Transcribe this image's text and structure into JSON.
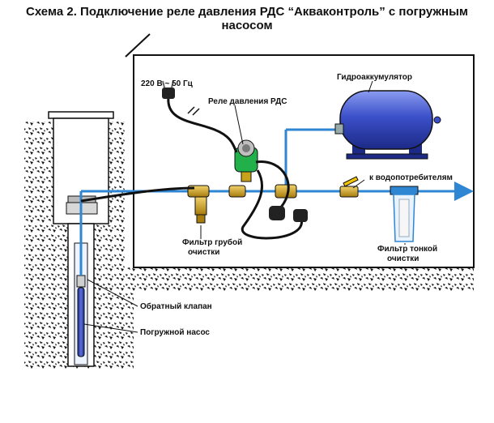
{
  "title": "Схема 2. Подключение реле давления РДС “Акваконтроль” с погружным насосом",
  "labels": {
    "power": "220 В ~ 50 Гц",
    "relay": "Реле давления РДС",
    "accumulator": "Гидроаккумулятор",
    "consumers": "к водопотребителям",
    "coarse_filter_1": "Фильтр грубой",
    "coarse_filter_2": "очистки",
    "fine_filter_1": "Фильтр тонкой",
    "fine_filter_2": "очистки",
    "check_valve": "Обратный клапан",
    "pump": "Погружной насос"
  },
  "colors": {
    "pipe": "#2f86d3",
    "tank": "#3b4fc9",
    "relay": "#22b04a",
    "brass": "#c9a21a",
    "valve_handle": "#f2c400",
    "outline": "#111111"
  }
}
